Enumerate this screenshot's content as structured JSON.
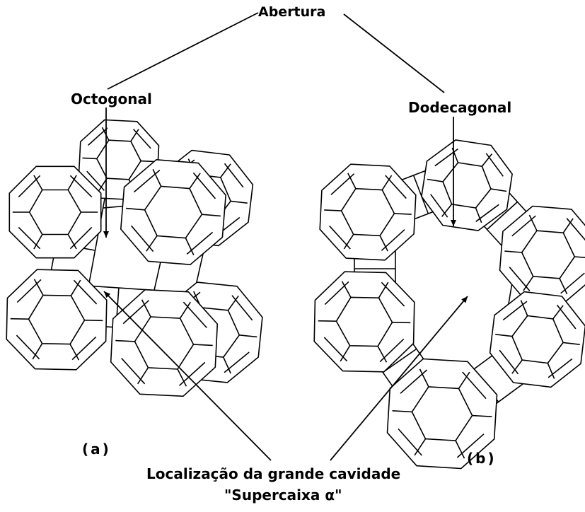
{
  "labels": {
    "abertura": "Abertura",
    "octogonal": "Octogonal",
    "dodecagonal": "Dodecagonal",
    "panel_a": "(a)",
    "panel_b": "(b)",
    "cavity_line1": "Localização da grande cavidade",
    "cavity_line2": "\"Supercaixa α\""
  },
  "colors": {
    "stroke": "#000000",
    "background": "#ffffff"
  }
}
